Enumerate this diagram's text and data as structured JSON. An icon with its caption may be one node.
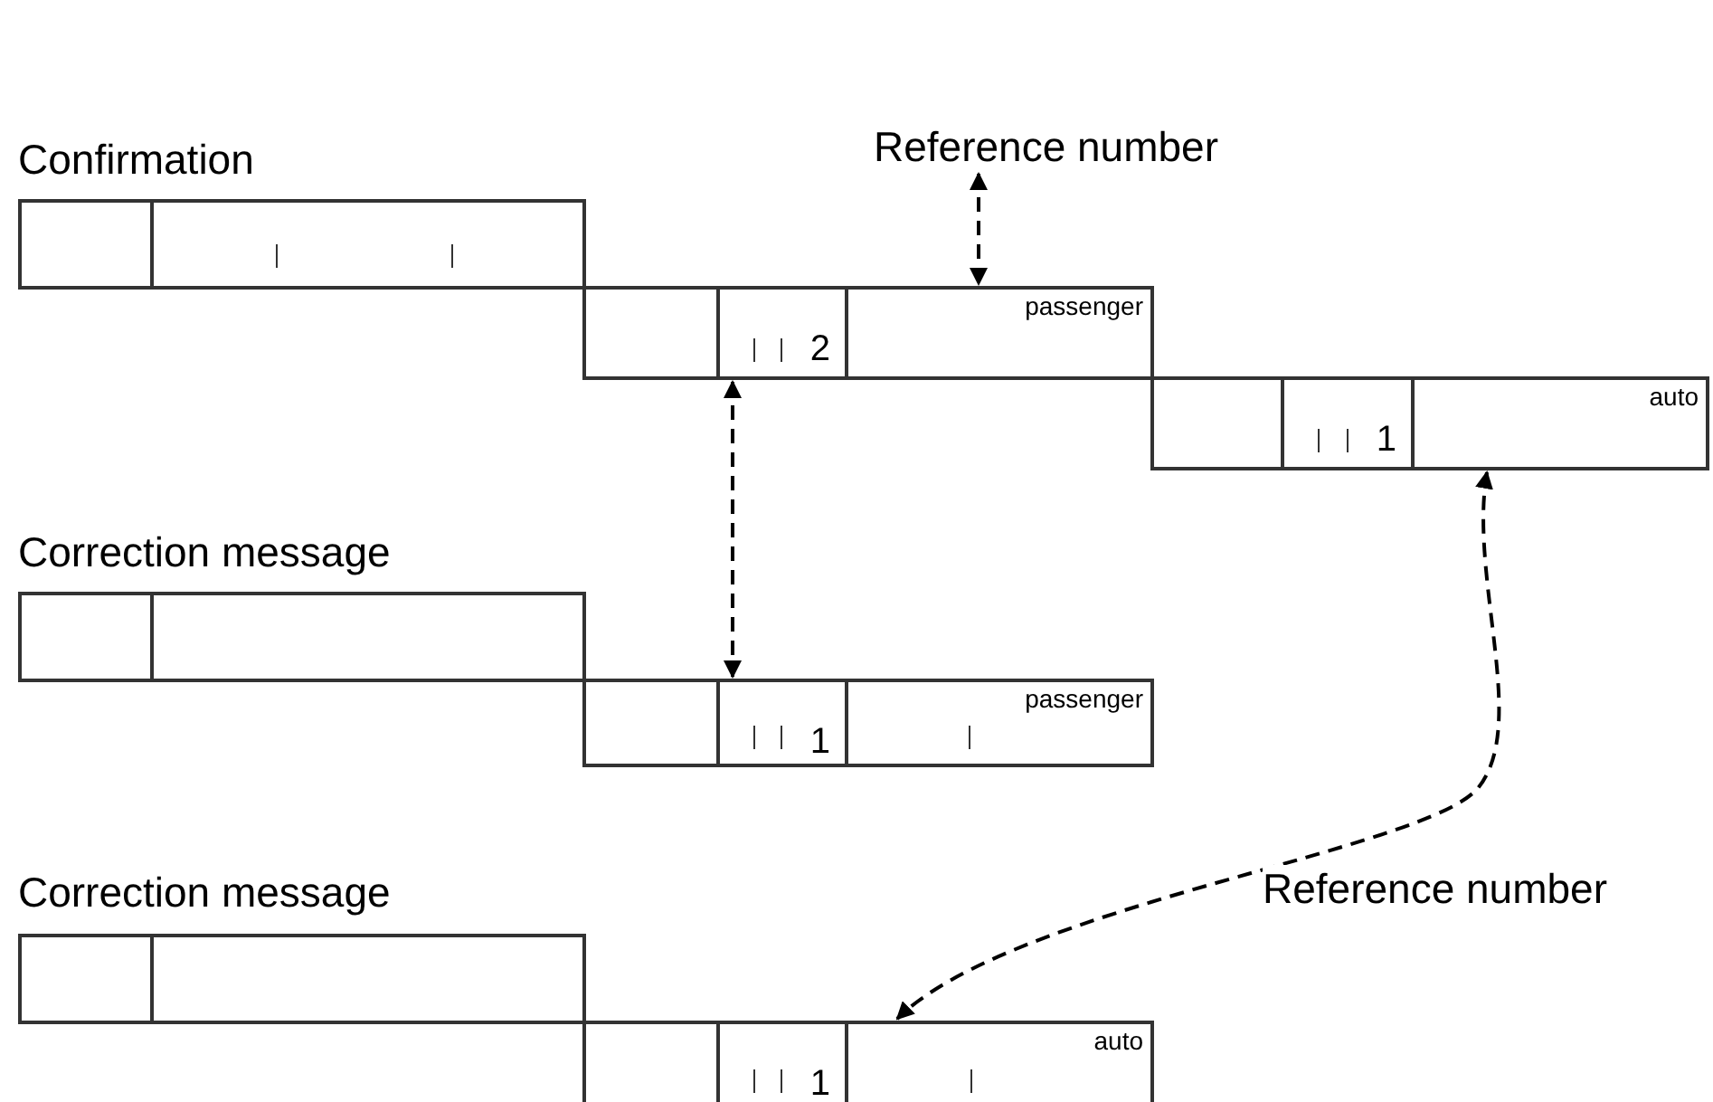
{
  "diagram": {
    "nodes": [
      {
        "text": [
          "Reference number"
        ]
      },
      {
        "text": [],
        "shape": "box"
      },
      {
        "text": [],
        "shape": "box"
      },
      {
        "text": [],
        "shape": "box"
      },
      {
        "text": [
          "2"
        ]
      },
      {
        "text": [
          "passenger"
        ]
      },
      {
        "text": [],
        "shape": "box"
      },
      {
        "text": [
          "1"
        ]
      },
      {
        "text": [
          "auto"
        ]
      },
      {
        "text": [],
        "shape": "box"
      },
      {
        "text": [],
        "shape": "box"
      },
      {
        "text": [],
        "shape": "box"
      },
      {
        "text": [
          "1"
        ]
      },
      {
        "text": [
          "passenger"
        ]
      },
      {
        "text": [],
        "shape": "box"
      },
      {
        "text": [],
        "shape": "box"
      },
      {
        "text": [],
        "shape": "box"
      },
      {
        "text": [
          "1"
        ]
      },
      {
        "text": [
          "auto"
        ]
      }
    ],
    "edges": [
      {
        "from": 0,
        "to": 5,
        "arrow": "both",
        "style": "dashed"
      },
      {
        "from": 4,
        "to": 12,
        "arrow": "both",
        "style": "dashed"
      },
      {
        "from": 8,
        "to": 18,
        "arrow": "both",
        "style": "dashed",
        "label": "Reference number"
      }
    ],
    "labels": [
      "Confirmation",
      "Correction message",
      "Correction message"
    ]
  }
}
